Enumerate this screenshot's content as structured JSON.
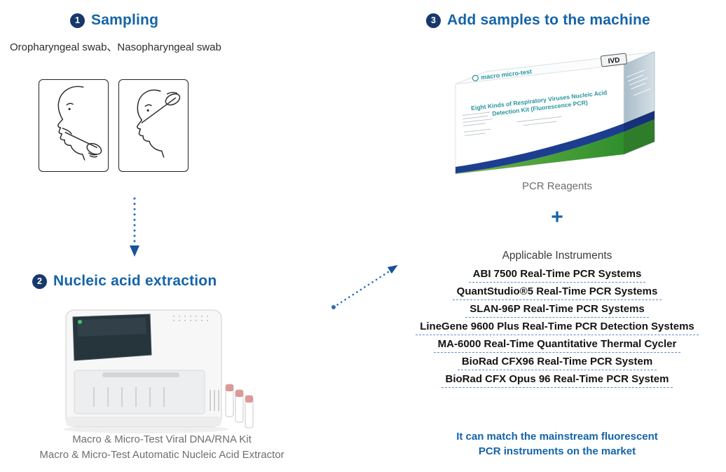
{
  "colors": {
    "accent_blue": "#1464a8",
    "badge_navy": "#17386b",
    "underline_blue": "#5b8fd0",
    "box_teal": "#2996a0",
    "swoosh_navy": "#1d3e8f",
    "swoosh_green": "#3f9c35"
  },
  "step1": {
    "number": "1",
    "title": "Sampling",
    "subtitle": "Oropharyngeal swab、Nasopharyngeal swab"
  },
  "step2": {
    "number": "2",
    "title": "Nucleic acid extraction",
    "captions": [
      "Macro & Micro-Test Viral DNA/RNA Kit",
      "Macro & Micro-Test Automatic Nucleic Acid Extractor"
    ]
  },
  "step3": {
    "number": "3",
    "title": "Add samples to the machine",
    "reagent_box": {
      "brand": "macro micro-test",
      "ivd_label": "IVD",
      "product_line1": "Eight Kinds of Respiratory Viruses Nucleic Acid",
      "product_line2": "Detection Kit (Fluorescence PCR)"
    },
    "box_caption": "PCR Reagents",
    "plus": "+",
    "instruments_title": "Applicable Instruments",
    "instruments": [
      "ABI 7500 Real-Time PCR Systems",
      "QuantStudio®5 Real-Time PCR Systems",
      "SLAN-96P Real-Time PCR Systems",
      "LineGene 9600 Plus Real-Time PCR Detection Systems",
      "MA-6000 Real-Time Quantitative Thermal Cycler",
      "BioRad CFX96 Real-Time PCR System",
      "BioRad CFX Opus 96 Real-Time PCR System"
    ],
    "note_line1": "It can match the mainstream fluorescent",
    "note_line2": "PCR instruments on the market"
  }
}
